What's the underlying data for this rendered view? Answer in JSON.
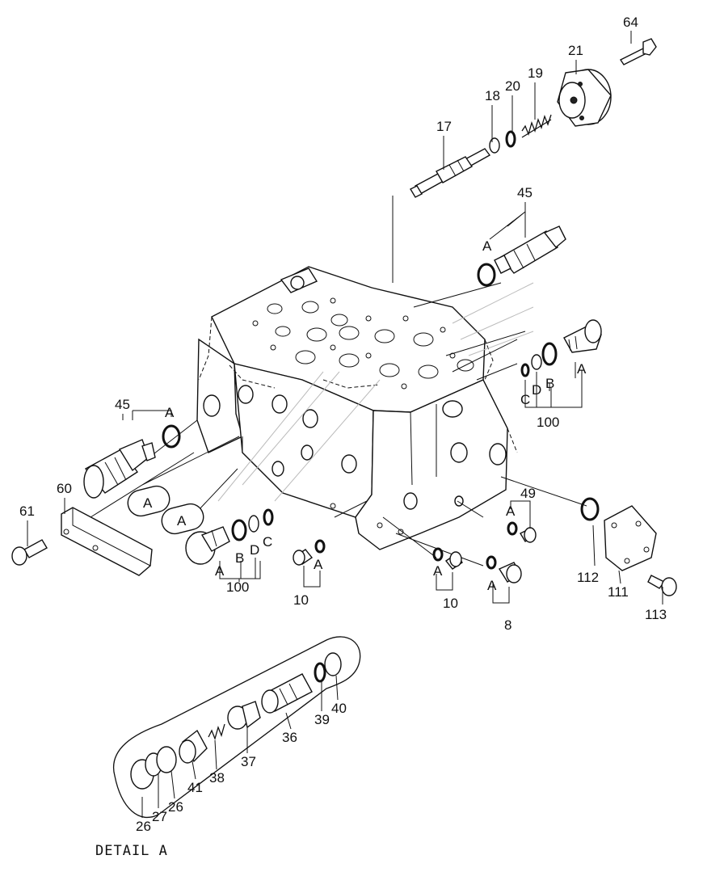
{
  "labels": {
    "p64": "64",
    "p21": "21",
    "p20": "20",
    "p19": "19",
    "p18": "18",
    "p17": "17",
    "p45_top": "45",
    "p45_left": "45",
    "a_45_top": "A",
    "a_45_left": "A",
    "a_100_right": "A",
    "b_100_right": "B",
    "c_100_right": "C",
    "d_100_right": "D",
    "p100_right": "100",
    "p60": "60",
    "p61": "61",
    "a_ellipse_1": "A",
    "a_ellipse_2": "A",
    "a_100_left": "A",
    "b_100_left": "B",
    "d_100_left": "D",
    "c_100_left": "C",
    "p100_left": "100",
    "a_10_left": "A",
    "p10_left": "10",
    "a_10_right": "A",
    "p10_right": "10",
    "a_8": "A",
    "p8": "8",
    "p49": "49",
    "a_49": "A",
    "p112": "112",
    "p111": "111",
    "p113": "113",
    "p40": "40",
    "p39": "39",
    "p36": "36",
    "p37": "37",
    "p38": "38",
    "p41": "41",
    "p26_a": "26",
    "p27": "27",
    "p26_b": "26"
  },
  "caption": "DETAIL  A"
}
